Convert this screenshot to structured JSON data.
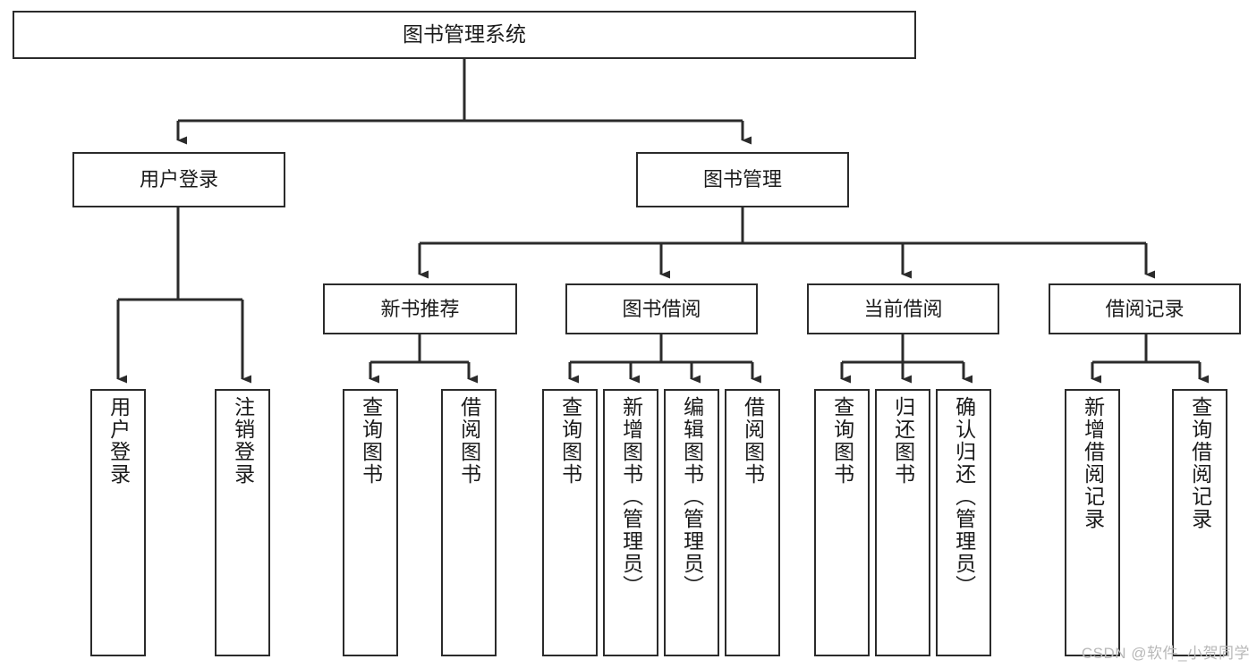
{
  "diagram": {
    "title": "图书管理系统",
    "type": "tree",
    "root": {
      "label": "图书管理系统"
    },
    "level2": [
      {
        "id": "user-login",
        "label": "用户登录"
      },
      {
        "id": "book-manage",
        "label": "图书管理"
      }
    ],
    "level3": [
      {
        "id": "new-book-recommend",
        "label": "新书推荐",
        "parent": "book-manage"
      },
      {
        "id": "book-borrow",
        "label": "图书借阅",
        "parent": "book-manage"
      },
      {
        "id": "current-borrow",
        "label": "当前借阅",
        "parent": "book-manage"
      },
      {
        "id": "borrow-record",
        "label": "借阅记录",
        "parent": "book-manage"
      }
    ],
    "leaves": [
      {
        "id": "leaf-user-login",
        "label": "用户登录",
        "parent": "user-login"
      },
      {
        "id": "leaf-user-logout",
        "label": "注销登录",
        "parent": "user-login"
      },
      {
        "id": "leaf-query-book-1",
        "label": "查询图书",
        "parent": "new-book-recommend"
      },
      {
        "id": "leaf-borrow-book-1",
        "label": "借阅图书",
        "parent": "new-book-recommend"
      },
      {
        "id": "leaf-query-book-2",
        "label": "查询图书",
        "parent": "book-borrow"
      },
      {
        "id": "leaf-add-book",
        "label": "新增图书（管理员）",
        "parent": "book-borrow"
      },
      {
        "id": "leaf-edit-book",
        "label": "编辑图书（管理员）",
        "parent": "book-borrow"
      },
      {
        "id": "leaf-borrow-book-2",
        "label": "借阅图书",
        "parent": "book-borrow"
      },
      {
        "id": "leaf-query-book-3",
        "label": "查询图书",
        "parent": "current-borrow"
      },
      {
        "id": "leaf-return-book",
        "label": "归还图书",
        "parent": "current-borrow"
      },
      {
        "id": "leaf-confirm-return",
        "label": "确认归还（管理员）",
        "parent": "current-borrow"
      },
      {
        "id": "leaf-add-record",
        "label": "新增借阅记录",
        "parent": "borrow-record"
      },
      {
        "id": "leaf-query-record",
        "label": "查询借阅记录",
        "parent": "borrow-record"
      }
    ],
    "colors": {
      "stroke": "#2b2b2b",
      "fill": "#ffffff",
      "text": "#1b1b1b",
      "watermark": "#b8b8b8"
    }
  },
  "watermark": {
    "text": "CSDN @软件_小贺同学"
  }
}
